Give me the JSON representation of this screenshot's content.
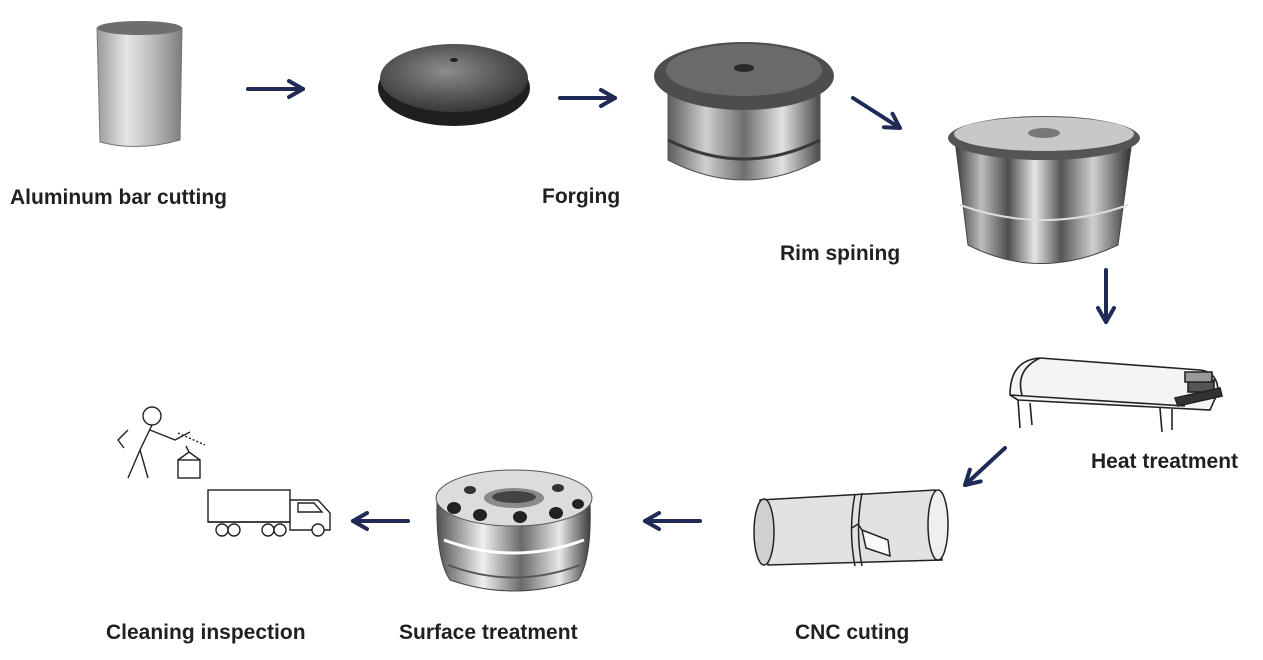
{
  "steps": [
    {
      "label": "Aluminum bar cutting"
    },
    {
      "label": "Forging"
    },
    {
      "label": "Rim spining"
    },
    {
      "label": "Heat treatment"
    },
    {
      "label": "CNC cuting"
    },
    {
      "label": "Surface treatment"
    },
    {
      "label": "Cleaning inspection"
    }
  ],
  "colors": {
    "arrow": "#1f2a57",
    "text": "#231f20",
    "metal_dark": "#3a3a3a",
    "metal_mid": "#8a8a8a",
    "metal_light": "#d8d8d8"
  }
}
